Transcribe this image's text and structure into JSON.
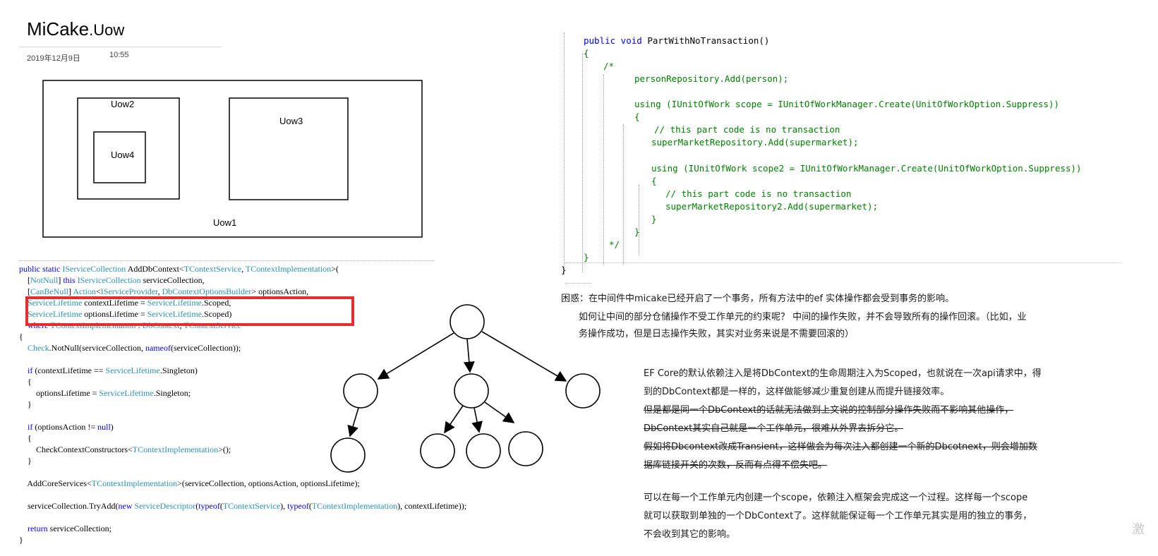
{
  "header": {
    "title_main": "MiCake",
    "title_sub": ".Uow",
    "date": "2019年12月9日",
    "time": "10:55"
  },
  "uow_diagram": {
    "labels": [
      "Uow2",
      "Uow4",
      "Uow3",
      "Uow1"
    ]
  },
  "left_code": {
    "lines": [
      "public static IServiceCollection AddDbContext<TContextService, TContextImplementation>(",
      "    [NotNull] this IServiceCollection serviceCollection,",
      "    [CanBeNull] Action<IServiceProvider, DbContextOptionsBuilder> optionsAction,",
      "    ServiceLifetime contextLifetime = ServiceLifetime.Scoped,",
      "    ServiceLifetime optionsLifetime = ServiceLifetime.Scoped)",
      "    where TContextImplementation : DbContext, TContextService",
      "{",
      "    Check.NotNull(serviceCollection, nameof(serviceCollection));",
      "",
      "    if (contextLifetime == ServiceLifetime.Singleton)",
      "    {",
      "        optionsLifetime = ServiceLifetime.Singleton;",
      "    }",
      "",
      "    if (optionsAction != null)",
      "    {",
      "        CheckContextConstructors<TContextImplementation>();",
      "    }",
      "",
      "    AddCoreServices<TContextImplementation>(serviceCollection, optionsAction, optionsLifetime);",
      "",
      "    serviceCollection.TryAdd(new ServiceDescriptor(typeof(TContextService), typeof(TContextImplementation), contextLifetime));",
      "",
      "    return serviceCollection;",
      "}"
    ]
  },
  "right_code": {
    "lines": [
      "public void PartWithNoTransaction()",
      "{",
      "/*",
      "personRepository.Add(person);",
      "using (IUnitOfWork scope = IUnitOfWorkManager.Create(UnitOfWorkOption.Suppress))",
      "{",
      "// this part code is no transaction",
      "superMarketRepository.Add(supermarket);",
      "using (IUnitOfWork scope2 = IUnitOfWorkManager.Create(UnitOfWorkOption.Suppress))",
      "{",
      "// this part code is no transaction",
      "superMarketRepository2.Add(supermarket);",
      "}",
      "}",
      "*/",
      "}",
      "}"
    ]
  },
  "notes": {
    "confusion_1": "困惑：在中间件中micake已经开启了一个事务，所有方法中的ef 实体操作都会受到事务的影响。",
    "confusion_2": "如何让中间的部分仓储操作不受工作单元的约束呢？  中间的操作失败，并不会导致所有的操作回滚。（比如，业",
    "confusion_3": "务操作成功，但是日志操作失败，其实对业务来说是不需要回滚的）",
    "ef_1": "EF Core的默认依赖注入是将DbContext的生命周期注入为Scoped，也就说在一次api请求中，得",
    "ef_2": "到的DbContext都是一样的，这样做能够减少重复创建从而提升链接效率。",
    "strike_1": "但是都是同一个DbContext的话就无法做到上文说的控制部分操作失败而不影响其他操作，",
    "strike_2": "DbContext其实自己就是一个工作单元，很难从外界去拆分它。",
    "strike_3": "假如将Dbcontext改成Transient，这样做会为每次注入都创建一个新的Dbcotnext，则会增加数",
    "strike_4": "据库链接开关的次数，反而有点得不偿失吧。",
    "scope_1": "可以在每一个工作单元内创建一个scope，依赖注入框架会完成这一个过程。这样每一个scope",
    "scope_2": "就可以获取到单独的一个DbContext了。这样就能保证每一个工作单元其实是用的独立的事务，",
    "scope_3": "不会收到其它的影响。"
  },
  "watermark": "激"
}
